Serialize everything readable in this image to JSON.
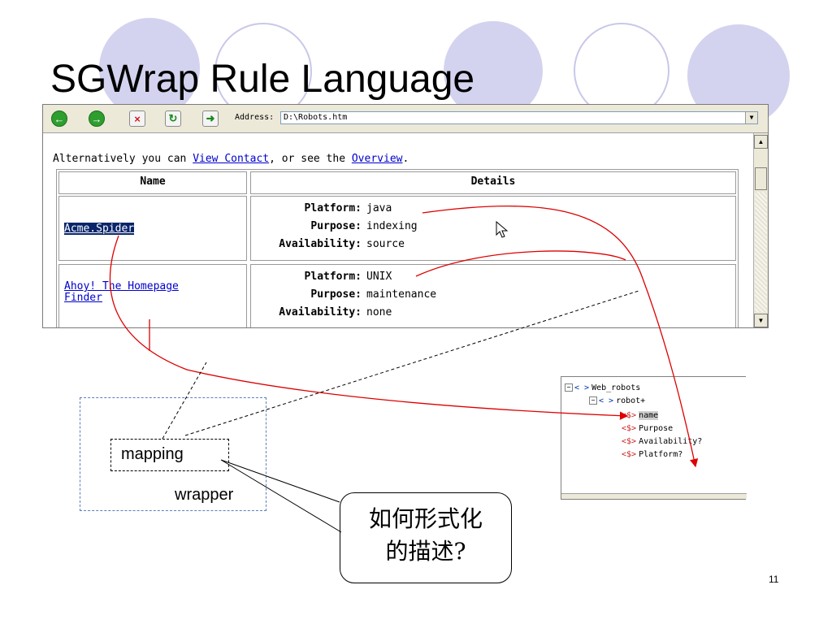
{
  "slide": {
    "title": "SGWrap Rule Language",
    "page_number": "11"
  },
  "browser": {
    "toolbar": {
      "back_icon": "back-arrow-icon",
      "forward_icon": "forward-arrow-icon",
      "stop_icon": "stop-icon",
      "refresh_icon": "refresh-icon",
      "go_icon": "go-icon",
      "address_label": "Address:",
      "address_value": "D:\\Robots.htm"
    },
    "intro": {
      "text_before": "Alternatively you can ",
      "link1": "View Contact",
      "text_middle": ", or see the ",
      "link2": "Overview",
      "text_after": "."
    },
    "table": {
      "headers": [
        "Name",
        "Details"
      ],
      "rows": [
        {
          "name": "Acme.Spider",
          "platform_label": "Platform:",
          "platform": "java",
          "purpose_label": "Purpose:",
          "purpose": "indexing",
          "availability_label": "Availability:",
          "availability": "source"
        },
        {
          "name": "Ahoy! The Homepage Finder",
          "platform_label": "Platform:",
          "platform": "UNIX",
          "purpose_label": "Purpose:",
          "purpose": "maintenance",
          "availability_label": "Availability:",
          "availability": "none"
        }
      ]
    }
  },
  "tree": {
    "nodes": [
      {
        "label": "Web_robots",
        "tag": "< >",
        "expander": "−"
      },
      {
        "label": "robot+",
        "tag": "< >",
        "expander": "−"
      },
      {
        "label": "name",
        "tag": "<$>"
      },
      {
        "label": "Purpose",
        "tag": "<$>"
      },
      {
        "label": "Availability?",
        "tag": "<$>"
      },
      {
        "label": "Platform?",
        "tag": "<$>"
      }
    ]
  },
  "diagram": {
    "mapping_label": "mapping",
    "wrapper_label": "wrapper",
    "callout_line1": "如何形式化",
    "callout_line2": "的描述?"
  },
  "colors": {
    "arrow": "#dd0000",
    "selection": "#0a246a",
    "link": "#0000cc",
    "decor_circle": "#d3d3ef"
  }
}
